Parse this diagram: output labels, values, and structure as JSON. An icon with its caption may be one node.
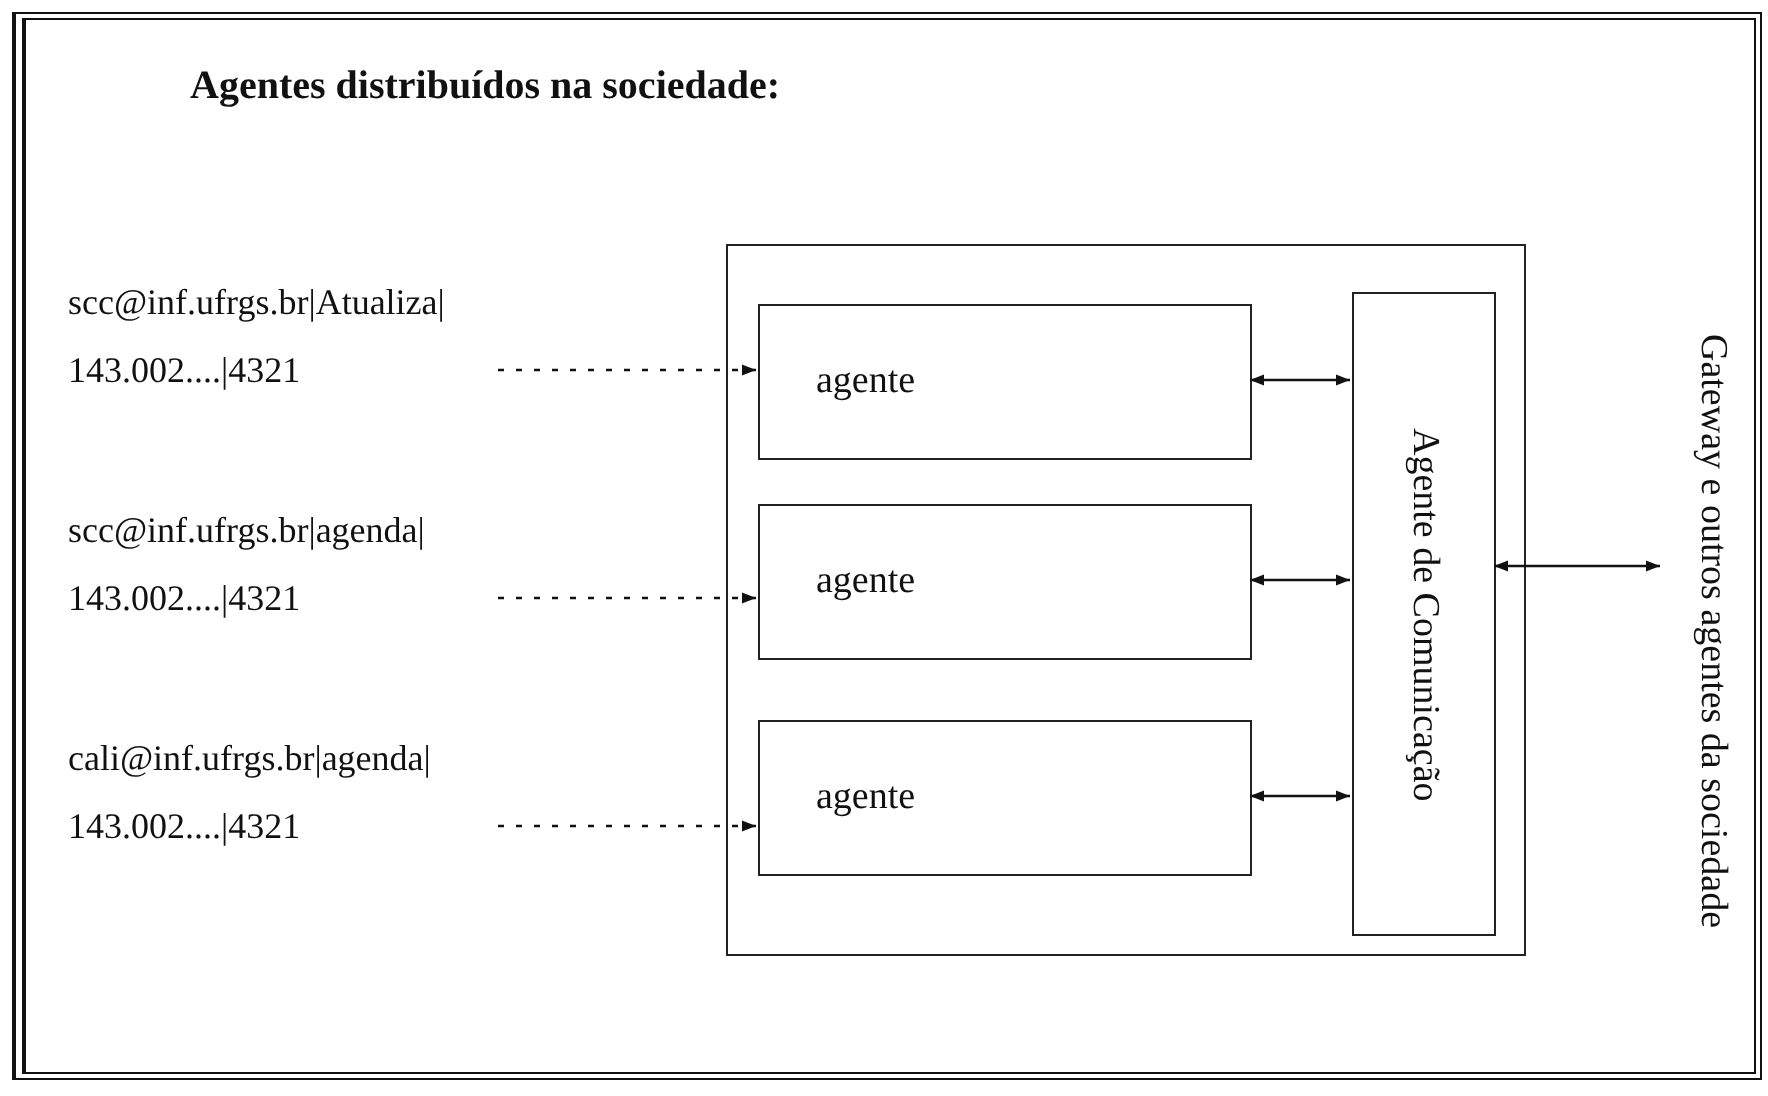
{
  "diagram": {
    "title": "Agentes distribuídos na sociedade:",
    "nodes": [
      {
        "text": [
          "scc@inf.ufrgs.br|Atualiza| 143.002....|4321"
        ]
      },
      {
        "text": [
          "scc@inf.ufrgs.br|agenda| 143.002....|4321"
        ]
      },
      {
        "text": [
          "cali@inf.ufrgs.br|agenda| 143.002....|4321"
        ]
      },
      {
        "text": [],
        "shape": "box"
      },
      {
        "text": [
          "agente"
        ],
        "in": 3
      },
      {
        "text": [
          "agente"
        ],
        "in": 3
      },
      {
        "text": [
          "agente"
        ],
        "in": 3
      },
      {
        "text": [
          "Agente de Comunicação"
        ],
        "in": 3
      },
      {
        "text": [
          "Gateway e outros agentes da sociedade"
        ]
      }
    ],
    "edges": [
      {
        "from": 0,
        "to": 4,
        "arrow": "to",
        "style": "dashed"
      },
      {
        "from": 1,
        "to": 5,
        "arrow": "to",
        "style": "dashed"
      },
      {
        "from": 2,
        "to": 6,
        "arrow": "to",
        "style": "dashed"
      },
      {
        "from": 4,
        "to": 7,
        "arrow": "both"
      },
      {
        "from": 5,
        "to": 7,
        "arrow": "both"
      },
      {
        "from": 6,
        "to": 7,
        "arrow": "both"
      },
      {
        "from": 7,
        "to": 8,
        "arrow": "both"
      }
    ]
  }
}
